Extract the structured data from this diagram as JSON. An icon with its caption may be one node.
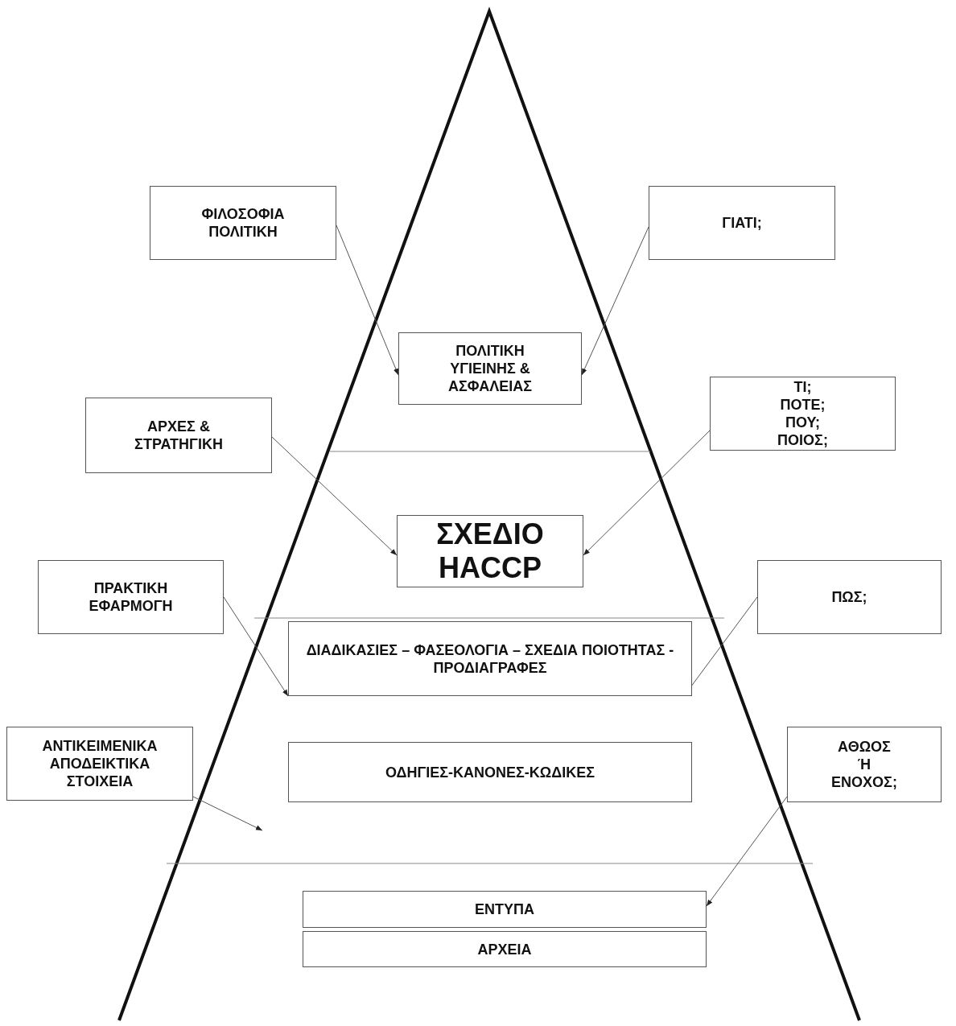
{
  "diagram": {
    "nodes": [
      {
        "text": [
          "ΦΙΛΟΣΟΦΙΑ ΠΟΛΙΤΙΚΗ"
        ]
      },
      {
        "text": [
          "ΓΙΑΤΙ;"
        ]
      },
      {
        "text": [
          "ΠΟΛΙΤΙΚΗ ΥΓΙΕΙΝΗΣ & ΑΣΦΑΛΕΙΑΣ"
        ]
      },
      {
        "text": [
          "ΑΡΧΕΣ & ΣΤΡΑΤΗΓΙΚΗ"
        ]
      },
      {
        "text": [
          "ΤΙ; ΠΟΤΕ; ΠΟΥ; ΠΟΙΟΣ;"
        ]
      },
      {
        "text": [
          "ΣΧΕΔΙΟ HACCP"
        ]
      },
      {
        "text": [
          "ΠΡΑΚΤΙΚΗ ΕΦΑΡΜΟΓΗ"
        ]
      },
      {
        "text": [
          "ΠΩΣ;"
        ]
      },
      {
        "text": [
          "ΔΙΑΔΙΚΑΣΙΕΣ – ΦΑΣΕΟΛΟΓΙΑ – ΣΧΕΔΙΑ ΠΟΙΟΤΗΤΑΣ -  ΠΡΟΔΙΑΓΡΑΦΕΣ"
        ]
      },
      {
        "text": [
          "ΑΝΤΙΚΕΙΜΕΝΙΚΑ ΑΠΟΔΕΙΚΤΙΚΑ ΣΤΟΙΧΕΙΑ"
        ]
      },
      {
        "text": [
          "ΟΔΗΓΙΕΣ-ΚΑΝΟΝΕΣ-ΚΩΔΙΚΕΣ"
        ]
      },
      {
        "text": [
          "ΑΘΩΟΣ Ή ΕΝΟΧΟΣ;"
        ]
      },
      {
        "text": [
          "ΕΝΤΥΠΑ"
        ]
      },
      {
        "text": [
          "ΑΡΧΕΙΑ"
        ]
      }
    ],
    "edges": [
      {
        "from": 0,
        "to": 2,
        "arrow": "to"
      },
      {
        "from": 1,
        "to": 2,
        "arrow": "to"
      },
      {
        "from": 3,
        "to": 5,
        "arrow": "to"
      },
      {
        "from": 4,
        "to": 5,
        "arrow": "to"
      },
      {
        "from": 6,
        "to": 8,
        "arrow": "to"
      },
      {
        "from": 7,
        "to": 8,
        "arrow": "to"
      },
      {
        "from": 9,
        "to": null,
        "arrow": "to"
      },
      {
        "from": 11,
        "to": 12,
        "arrow": "to"
      }
    ]
  }
}
